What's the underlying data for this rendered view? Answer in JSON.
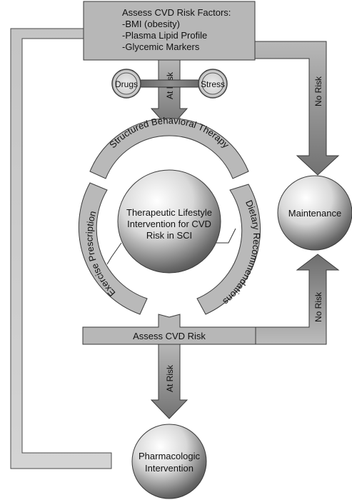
{
  "risk_box": {
    "title": "Assess CVD Risk Factors:",
    "items": [
      "-BMI (obesity)",
      "-Plasma Lipid Profile",
      "-Glycemic Markers"
    ]
  },
  "modifiers": {
    "left": "Drugs",
    "right": "Stress"
  },
  "arrows": {
    "top_at_risk": "At Risk",
    "top_no_risk": "No Risk",
    "bottom_no_risk": "No Risk",
    "bottom_at_risk": "At Risk"
  },
  "center": {
    "lines": [
      "Therapeutic Lifestyle",
      "Intervention for CVD",
      "Risk in SCI"
    ]
  },
  "arcs": {
    "top": "Structured Behavioral Therapy",
    "right": "Dietary Recommendations",
    "left": "Exercise Prescription"
  },
  "maintenance": "Maintenance",
  "assess_box": "Assess CVD Risk",
  "pharmacologic": [
    "Pharmacologic",
    "Intervention"
  ],
  "colors": {
    "box_fill": "#b4b4b4",
    "box_stroke": "#3a3a3a",
    "arrow_dark": "#7a7a7a",
    "sphere_light": "#ffffff",
    "sphere_dark": "#5a5a5a"
  }
}
